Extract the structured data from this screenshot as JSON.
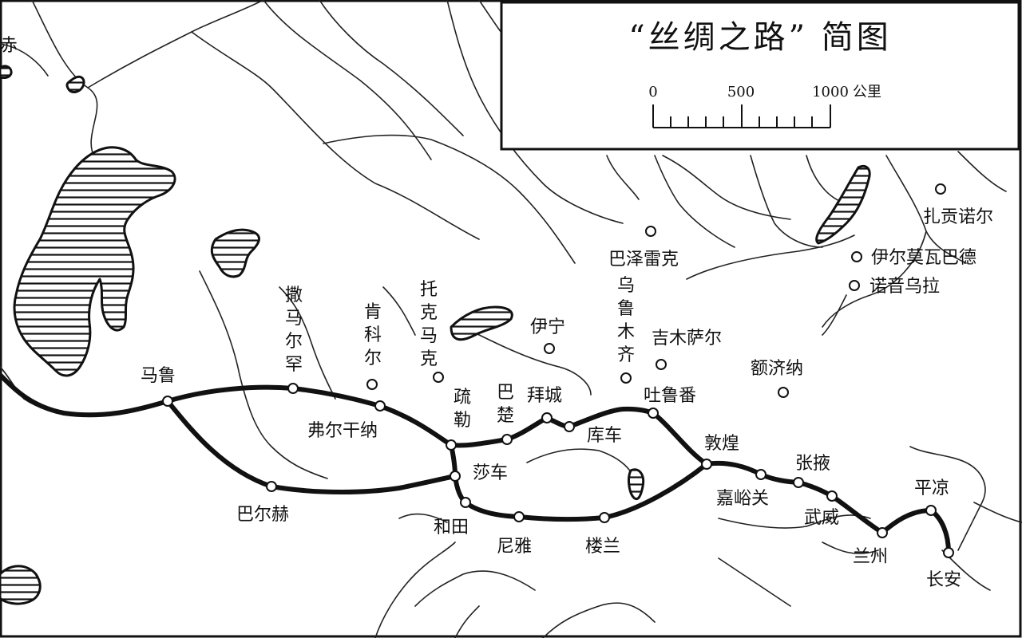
{
  "title": "“丝绸之路” 简图",
  "scale": {
    "ticks": [
      "0",
      "500",
      "1000"
    ],
    "unit": "公里"
  },
  "edge_label": "赤",
  "cities": {
    "malu": "马鲁",
    "baerhe": "巴尔赫",
    "samaerhan": "撒马尔罕",
    "fuergan": "弗尔干纳",
    "kenkeer": "肯科尔",
    "tuokemake": "托克马克",
    "shule": "疏勒",
    "bachu": "巴楚",
    "baicheng": "拜城",
    "kuche": "库车",
    "yining": "伊宁",
    "shache": "莎车",
    "hetian": "和田",
    "niya": "尼雅",
    "loulan": "楼兰",
    "wulumuqi": "乌鲁木齐",
    "jimusaer": "吉木萨尔",
    "tulufan": "吐鲁番",
    "ejina": "额济纳",
    "dunhuang": "敦煌",
    "jiayuguan": "嘉峪关",
    "zhangye": "张掖",
    "wuwei": "武威",
    "lanzhou": "兰州",
    "pingliang": "平凉",
    "changan": "长安",
    "bazeleike": "巴泽雷克",
    "zhagongnuoer": "扎贡诺尔",
    "yiermowabade": "伊尔莫瓦巴德",
    "nuoyinwula": "诺音乌拉"
  }
}
